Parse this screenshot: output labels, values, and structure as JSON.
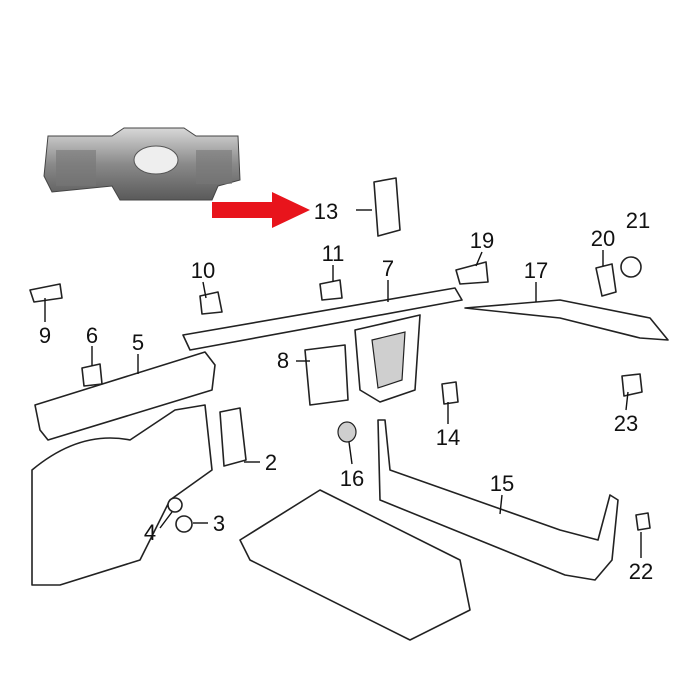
{
  "diagram": {
    "callouts": [
      "2",
      "3",
      "4",
      "5",
      "6",
      "7",
      "8",
      "9",
      "10",
      "11",
      "13",
      "14",
      "15",
      "16",
      "17",
      "19",
      "20",
      "21",
      "22",
      "23"
    ],
    "highlight_color": "#e8141c",
    "highlighted_part": "13"
  }
}
